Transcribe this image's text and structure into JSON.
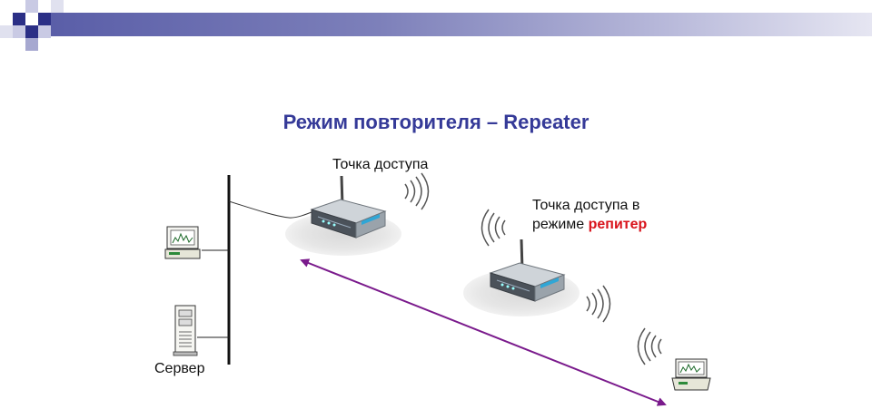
{
  "slide": {
    "title": "Режим повторителя – Repeater"
  },
  "labels": {
    "access_point": "Точка доступа",
    "repeater_line1": "Точка доступа в",
    "repeater_line2_prefix": "режиме ",
    "repeater_line2_accent": "репитер",
    "server": "Сервер"
  },
  "colors": {
    "title": "#353a98",
    "accent": "#d9141c",
    "arrow": "#7a1a8c",
    "banner": "#5a5ea8"
  },
  "icons": [
    "router-icon",
    "repeater-router-icon",
    "desktop-computer-icon",
    "server-icon",
    "laptop-icon",
    "wifi-signal-icon",
    "double-arrow-icon"
  ]
}
